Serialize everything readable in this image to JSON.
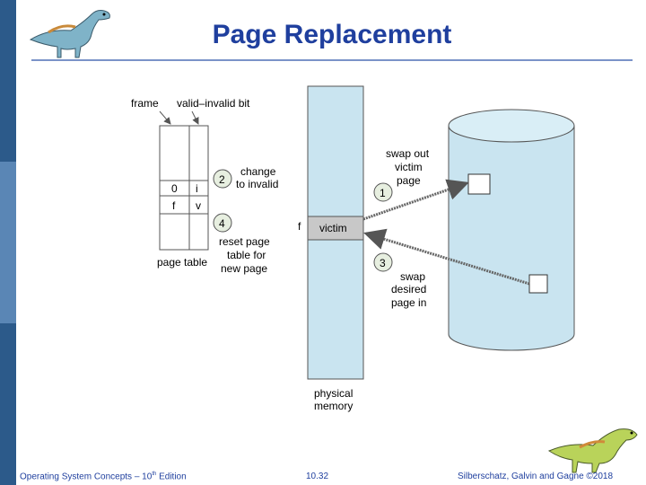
{
  "slide": {
    "title": "Page Replacement",
    "footer_left": "Operating System Concepts – 10",
    "footer_left_sup": "th",
    "footer_left_end": " Edition",
    "page_number": "10.32",
    "footer_right": "Silberschatz, Galvin and Gagne ©2018"
  },
  "diagram": {
    "label_frame": "frame",
    "label_valid_invalid": "valid–invalid bit",
    "cell_frame_0": "0",
    "cell_bit_i": "i",
    "cell_frame_f": "f",
    "cell_bit_v": "v",
    "label_page_table": "page table",
    "step_2": "2",
    "step_2_line1": "change",
    "step_2_line2": "to invalid",
    "step_4": "4",
    "step_4_line1": "reset page",
    "step_4_line2": "table for",
    "step_4_line3": "new page",
    "label_f": "f",
    "label_victim": "victim",
    "label_physical": "physical",
    "label_memory": "memory",
    "step_1": "1",
    "step_1_line1": "swap out",
    "step_1_line2": "victim",
    "step_1_line3": "page",
    "step_3": "3",
    "step_3_line1": "swap",
    "step_3_line2": "desired",
    "step_3_line3": "page in"
  },
  "colors": {
    "title": "#1f3f9e",
    "memory_fill": "#c9e4f0",
    "victim_fill": "#c8c8c8",
    "disk_fill": "#c9e4f0",
    "sidebar_dark": "#2c5a8a",
    "sidebar_light": "#5a86b5"
  }
}
